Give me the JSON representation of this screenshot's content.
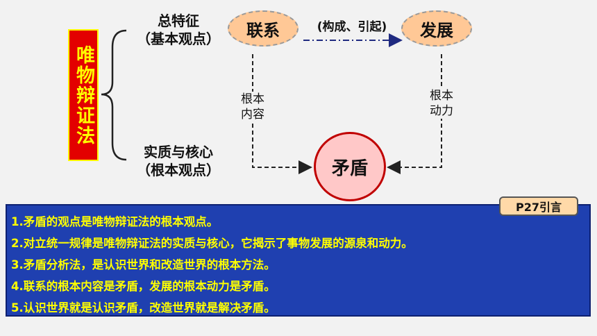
{
  "title_vertical": "唯物辩证法",
  "branch_top": {
    "line1": "总特征",
    "line2": "（基本观点）"
  },
  "branch_bottom": {
    "line1": "实质与核心",
    "line2": "（根本观点）"
  },
  "node_lianxi": "联系",
  "node_fazhan": "发展",
  "node_maodun": "矛盾",
  "arrow_label": "(构成、引起)",
  "left_label": {
    "line1": "根本",
    "line2": "内容"
  },
  "right_label": {
    "line1": "根本",
    "line2": "动力"
  },
  "tag": "P27引言",
  "points": [
    "1.矛盾的观点是唯物辩证法的根本观点。",
    "2.对立统一规律是唯物辩证法的实质与核心，它揭示了事物发展的源泉和动力。",
    "3.矛盾分析法，是认识世界和改造世界的根本方法。",
    "4.联系的根本内容是矛盾，发展的根本动力是矛盾。",
    "5.认识世界就是认识矛盾，改造世界就是解决矛盾。"
  ],
  "colors": {
    "title_bg": "#e30000",
    "title_text": "#ffff00",
    "box_bg": "#1f40b0",
    "box_text": "#ffff00",
    "oval": "#ffc896",
    "circle": "#ffc8c8"
  }
}
